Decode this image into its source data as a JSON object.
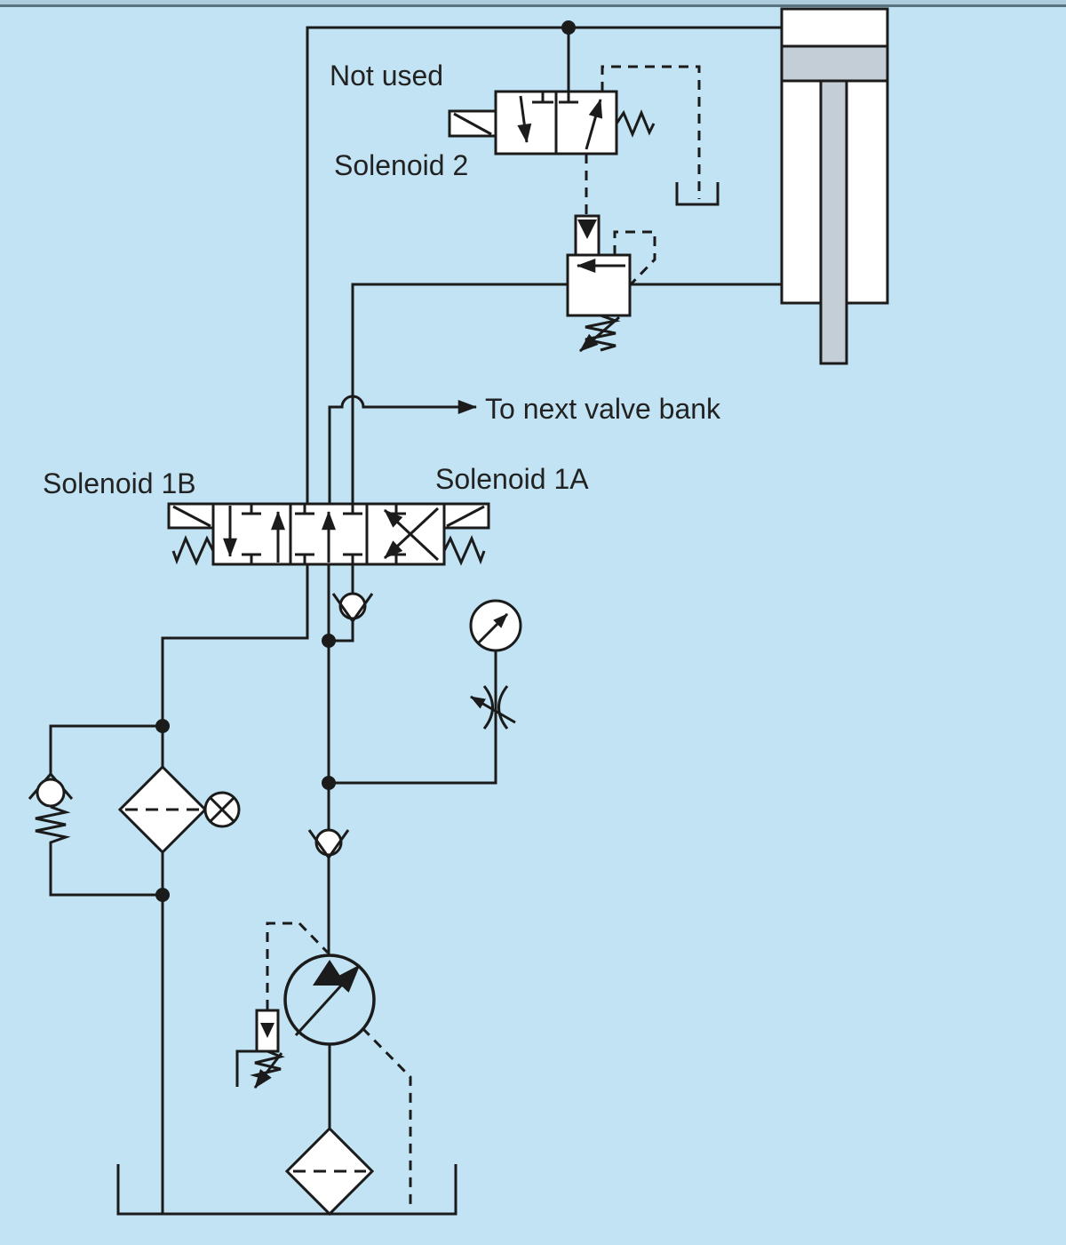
{
  "diagram": {
    "type": "hydraulic-circuit-schematic",
    "labels": {
      "not_used": "Not used",
      "solenoid_2": "Solenoid 2",
      "to_next_valve_bank": "To next valve bank",
      "solenoid_1b": "Solenoid 1B",
      "solenoid_1a": "Solenoid 1A"
    },
    "colors": {
      "background": "#c1e3f3",
      "line": "#1b1b1b",
      "component_fill": "#ffffff",
      "metal_gray": "#c4ced6",
      "top_border": "#5a7482"
    },
    "components": [
      "hydraulic-cylinder",
      "solenoid-2-pilot-valve",
      "pilot-drain-reservoir",
      "counterbalance-valve",
      "directional-control-valve-3-position",
      "load-check-valve",
      "pump-discharge-check-valve",
      "pressure-gauge",
      "adjustable-flow-control",
      "return-filter",
      "filter-bypass-check-valve",
      "clogging-indicator",
      "variable-displacement-pump",
      "pressure-compensator",
      "suction-strainer",
      "reservoir"
    ]
  }
}
